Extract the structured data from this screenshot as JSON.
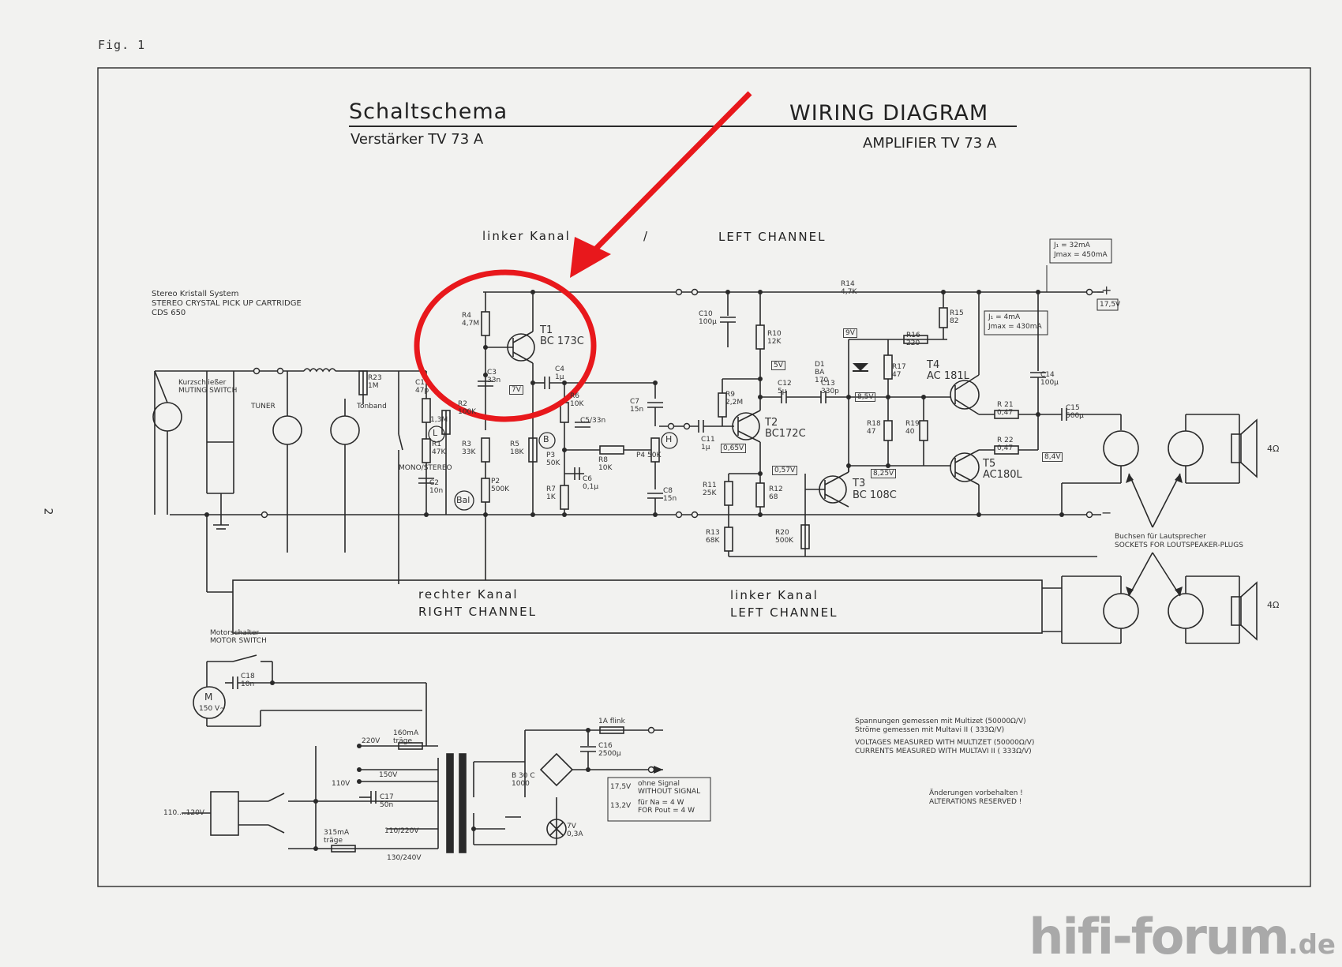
{
  "figure": {
    "label": "Fig. 1",
    "page_number": "2"
  },
  "title": {
    "de": "Schaltschema",
    "de_sub": "Verstärker TV 73 A",
    "en": "WIRING DIAGRAM",
    "en_sub": "AMPLIFIER TV 73 A"
  },
  "channel_top": {
    "de": "linker Kanal",
    "sep": "/",
    "en": "LEFT CHANNEL"
  },
  "bottom_channel": {
    "de1": "rechter Kanal",
    "en1": "RIGHT CHANNEL",
    "de2": "linker Kanal",
    "en2": "LEFT CHANNEL"
  },
  "cartridge": {
    "line1": "Stereo Kristall System",
    "line2": "STEREO CRYSTAL PICK UP CARTRIDGE",
    "line3": "CDS 650"
  },
  "muting": {
    "line1": "Kurzschließer",
    "line2": "MUTING SWITCH"
  },
  "inputs": {
    "tuner": "TUNER",
    "tonband": "Tonband",
    "mono_stereo": "MONO/STEREO"
  },
  "transistors": [
    {
      "id": "T1",
      "type": "BC 173C"
    },
    {
      "id": "T2",
      "type": "BC172C"
    },
    {
      "id": "T3",
      "type": "BC 108C"
    },
    {
      "id": "T4",
      "type": "AC 181L"
    },
    {
      "id": "T5",
      "type": "AC180L"
    }
  ],
  "components": {
    "R4": "R4 4,7M",
    "R23": "R23 1M",
    "R2": "R2 100K",
    "R1": "R1 47K",
    "R3": "R3 33K",
    "R5": "R5 18K",
    "P2": "P2 500K",
    "R6": "R6 10K",
    "R7": "R7 1K",
    "P3": "P3 50K",
    "R8": "R8 10K",
    "P4": "P4 50K",
    "R9": "R9 2,2M",
    "R10": "R10 12K",
    "R11": "R11 25K",
    "R12": "R12 68",
    "R13": "R13 68K",
    "R20": "R20 500K",
    "R14": "R14 4,7K",
    "R15": "R15 82",
    "R16": "R16 220",
    "R17": "R17 47",
    "R18": "R18 47",
    "R19": "R19 40",
    "R21": "R 21 0,47",
    "R22": "R 22 0,47",
    "C1": "C1 47p",
    "C2": "C2 10n",
    "C3": "C3 33n",
    "C4": "C4 1µ",
    "C5": "C5/33n",
    "C6": "C6 0,1µ",
    "C7": "C7 15n",
    "C8": "C8 15n",
    "C10": "C10 100µ",
    "C11": "C11 1µ",
    "C12": "C12 5µ",
    "C13": "C13 330p",
    "C14": "C14 100µ",
    "C15": "C15 500µ",
    "C16": "C16 2500µ",
    "C17": "C17 50n",
    "C18": "C18 10n",
    "D1": "D1 BA 170",
    "R21_top": "1,3M"
  },
  "pots": {
    "L": "L",
    "B": "B",
    "H": "H",
    "Bal": "Bal"
  },
  "voltages": {
    "v7": "7V",
    "v5": "5V",
    "v9": "9V",
    "v065": "0,65V",
    "v057": "0,57V",
    "v85": "8,5V",
    "v825": "8,25V",
    "v84": "8,4V",
    "supply": "17,5V",
    "plus": "+",
    "minus": "−"
  },
  "currents": {
    "total": [
      "J₁ = 32mA",
      "Jmax = 450mA"
    ],
    "output": [
      "J₁ = 4mA",
      "Jmax = 430mA"
    ]
  },
  "speaker": {
    "line1": "Buchsen für Lautsprecher",
    "line2": "SOCKETS FOR LOUTSPEAKER-PLUGS",
    "ohm1": "4Ω",
    "ohm2": "4Ω"
  },
  "motor": {
    "line1": "Motorschalter",
    "line2": "MOTOR SWITCH",
    "m": "M",
    "mv": "150 V~"
  },
  "power": {
    "fuse1": "160mA träge",
    "fuse2": "315mA träge",
    "fuse3": "1A flink",
    "v220": "220V",
    "v150": "150V",
    "v110": "110V",
    "v110_220": "110/220V",
    "v130_240": "130/240V",
    "mains": "110....120V",
    "rect": "B 30 C 1000",
    "lamp": "7V 0,3A",
    "no_signal": [
      "17,5V",
      "13,2V"
    ],
    "signal_note": [
      "ohne Signal",
      "WITHOUT SIGNAL",
      "für Na = 4 W",
      "FOR Pout = 4 W"
    ]
  },
  "notes": {
    "measure": [
      "Spannungen gemessen mit Multizet (50000Ω/V)",
      "Ströme gemessen mit Multavi II ( 333Ω/V)",
      "VOLTAGES MEASURED WITH MULTIZET (50000Ω/V)",
      "CURRENTS MEASURED WITH MULTAVI II ( 333Ω/V)"
    ],
    "changes": [
      "Änderungen vorbehalten !",
      "ALTERATIONS RESERVED !"
    ]
  },
  "watermark": {
    "main": "hifi-forum",
    "tld": ".de"
  },
  "colors": {
    "annotation": "#e8181c",
    "ink": "#2a2a2a",
    "paper": "#f2f2f0"
  }
}
